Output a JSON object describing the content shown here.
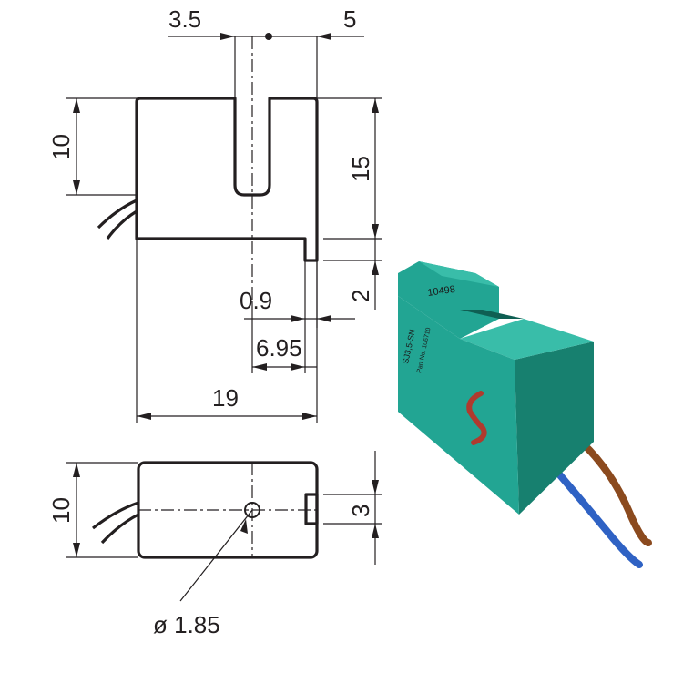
{
  "dimensions": {
    "d_3_5": "3.5",
    "d_5": "5",
    "d_10_front": "10",
    "d_15": "15",
    "d_2": "2",
    "d_0_9": "0.9",
    "d_6_95": "6.95",
    "d_19": "19",
    "d_10_top": "10",
    "d_3": "3",
    "d_diameter": "ø 1.85"
  },
  "sensor_label": {
    "code": "10498",
    "model": "SJ3,5-SN",
    "part": "Part No. 106710"
  },
  "colors": {
    "body": "#22a593",
    "body_dark": "#17806f",
    "wire_brown": "#8b4a1e",
    "wire_blue": "#2f62c4",
    "line": "#231f20"
  }
}
